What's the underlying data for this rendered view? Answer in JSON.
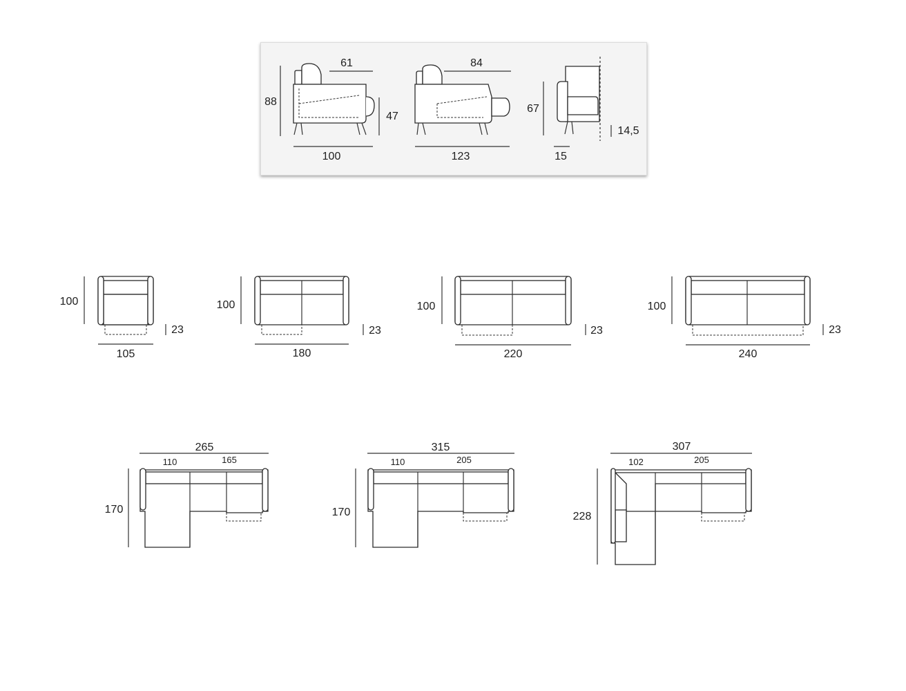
{
  "side_views": {
    "armchair_seat_depth": "61",
    "total_height": "88",
    "seat_height": "47",
    "depth": "100",
    "extended_seat_depth": "84",
    "extended_depth": "123",
    "arm_height": "67",
    "arm_width": "15",
    "clearance": "14,5"
  },
  "single_units": [
    {
      "height": "100",
      "width": "105",
      "extension": "23"
    },
    {
      "height": "100",
      "width": "180",
      "extension": "23"
    },
    {
      "height": "100",
      "width": "220",
      "extension": "23"
    },
    {
      "height": "100",
      "width": "240",
      "extension": "23"
    }
  ],
  "corner_units": [
    {
      "total_width": "265",
      "left_width": "110",
      "right_width": "165",
      "depth": "170"
    },
    {
      "total_width": "315",
      "left_width": "110",
      "right_width": "205",
      "depth": "170"
    },
    {
      "total_width": "307",
      "left_width": "102",
      "right_width": "205",
      "depth": "228"
    }
  ]
}
